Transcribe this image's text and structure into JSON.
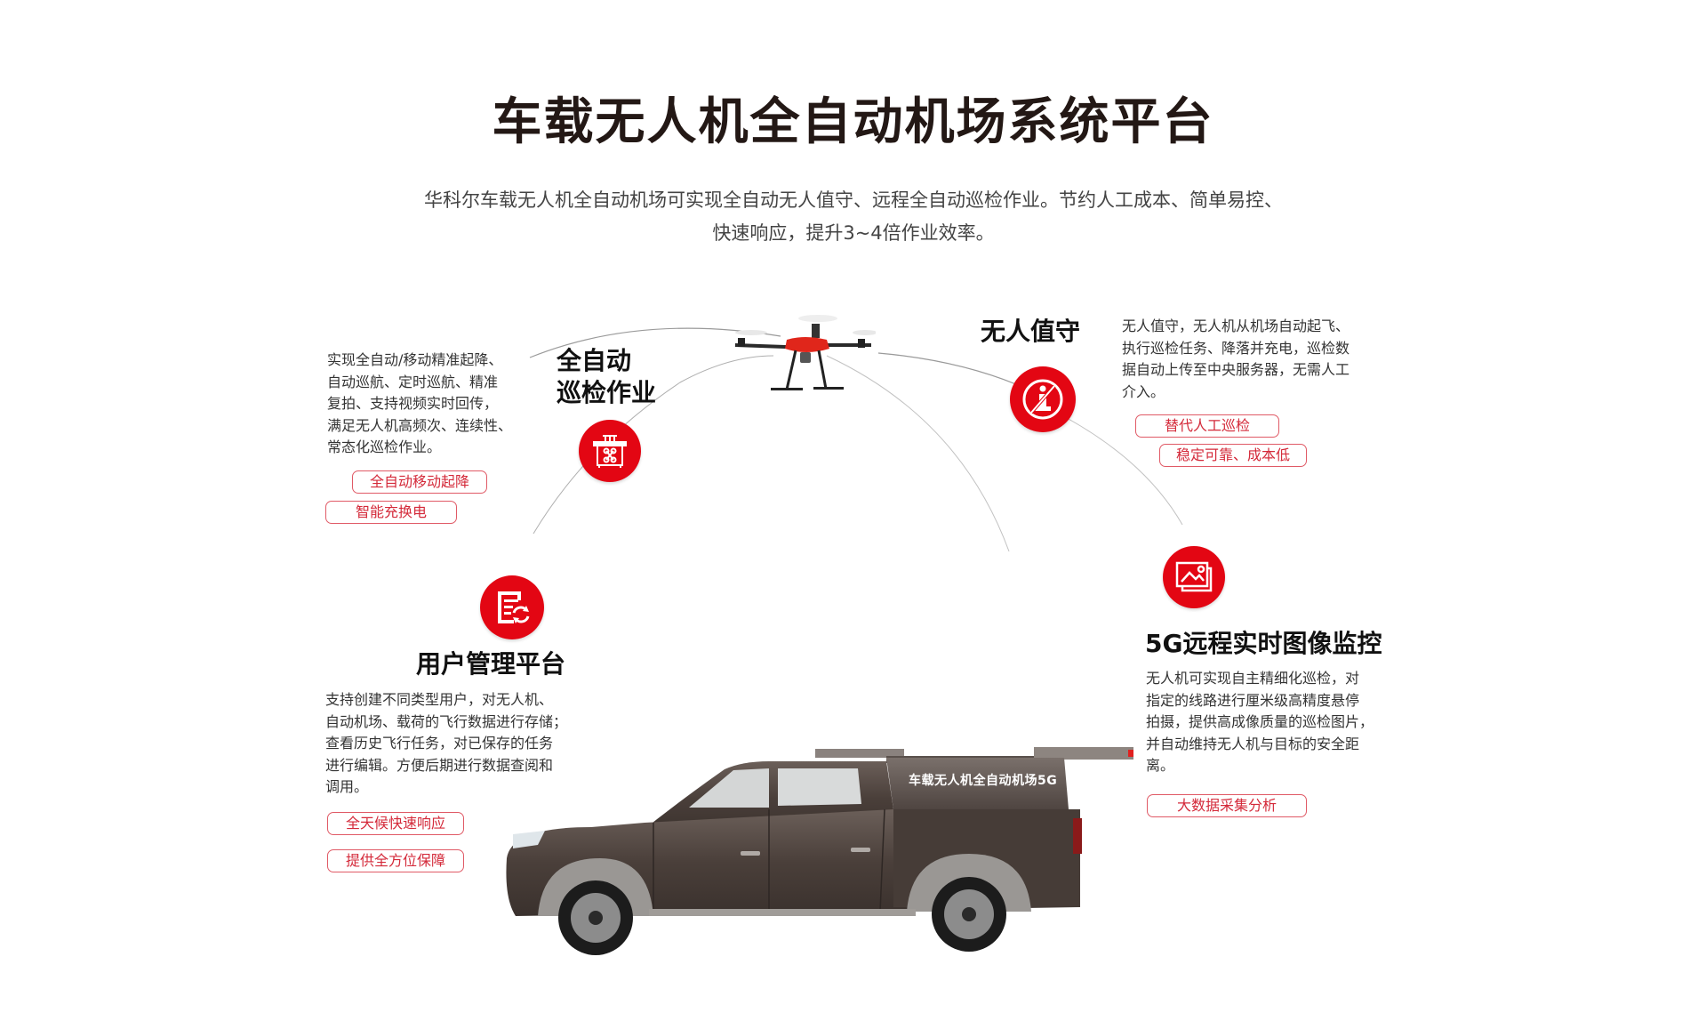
{
  "header": {
    "title": "车载无人机全自动机场系统平台",
    "subtitle_line1": "华科尔车载无人机全自动机场可实现全自动无人值守、远程全自动巡检作业。节约人工成本、简单易控、",
    "subtitle_line2": "快速响应，提升3~4倍作业效率。"
  },
  "features": {
    "auto_inspection": {
      "heading_line1": "全自动",
      "heading_line2": "巡检作业",
      "icon": "drone-hangar-icon",
      "desc": [
        "实现全自动/移动精准起降、",
        "自动巡航、定时巡航、精准",
        "复拍、支持视频实时回传，",
        "满足无人机高频次、连续性、",
        "常态化巡检作业。"
      ],
      "tags": [
        "全自动移动起降",
        "智能充换电"
      ]
    },
    "unattended": {
      "heading": "无人值守",
      "icon": "no-person-icon",
      "desc": [
        "无人值守，无人机从机场自动起飞、",
        "执行巡检任务、降落并充电，巡检数",
        "据自动上传至中央服务器，无需人工",
        "介入。"
      ],
      "tags": [
        "替代人工巡检",
        "稳定可靠、成本低"
      ]
    },
    "user_platform": {
      "heading": "用户管理平台",
      "icon": "document-sync-icon",
      "desc": [
        "支持创建不同类型用户，对无人机、",
        "自动机场、载荷的飞行数据进行存储；",
        "查看历史飞行任务，对已保存的任务",
        "进行编辑。方便后期进行数据查阅和",
        "调用。"
      ],
      "tags": [
        "全天候快速响应",
        "提供全方位保障"
      ]
    },
    "realtime_5g": {
      "heading": "5G远程实时图像监控",
      "icon": "image-gallery-icon",
      "desc": [
        "无人机可实现自主精细化巡检，对",
        "指定的线路进行厘米级高精度悬停",
        "拍摄，提供高成像质量的巡检图片，",
        "并自动维持无人机与目标的安全距",
        "离。"
      ],
      "tags": [
        "大数据采集分析"
      ]
    }
  },
  "vehicle": {
    "label": "车载无人机全自动机场5G"
  },
  "colors": {
    "accent": "#e30613",
    "tag_border": "#e05a66",
    "tag_text": "#d42a3a",
    "truck_body": "#4a3f3a"
  }
}
